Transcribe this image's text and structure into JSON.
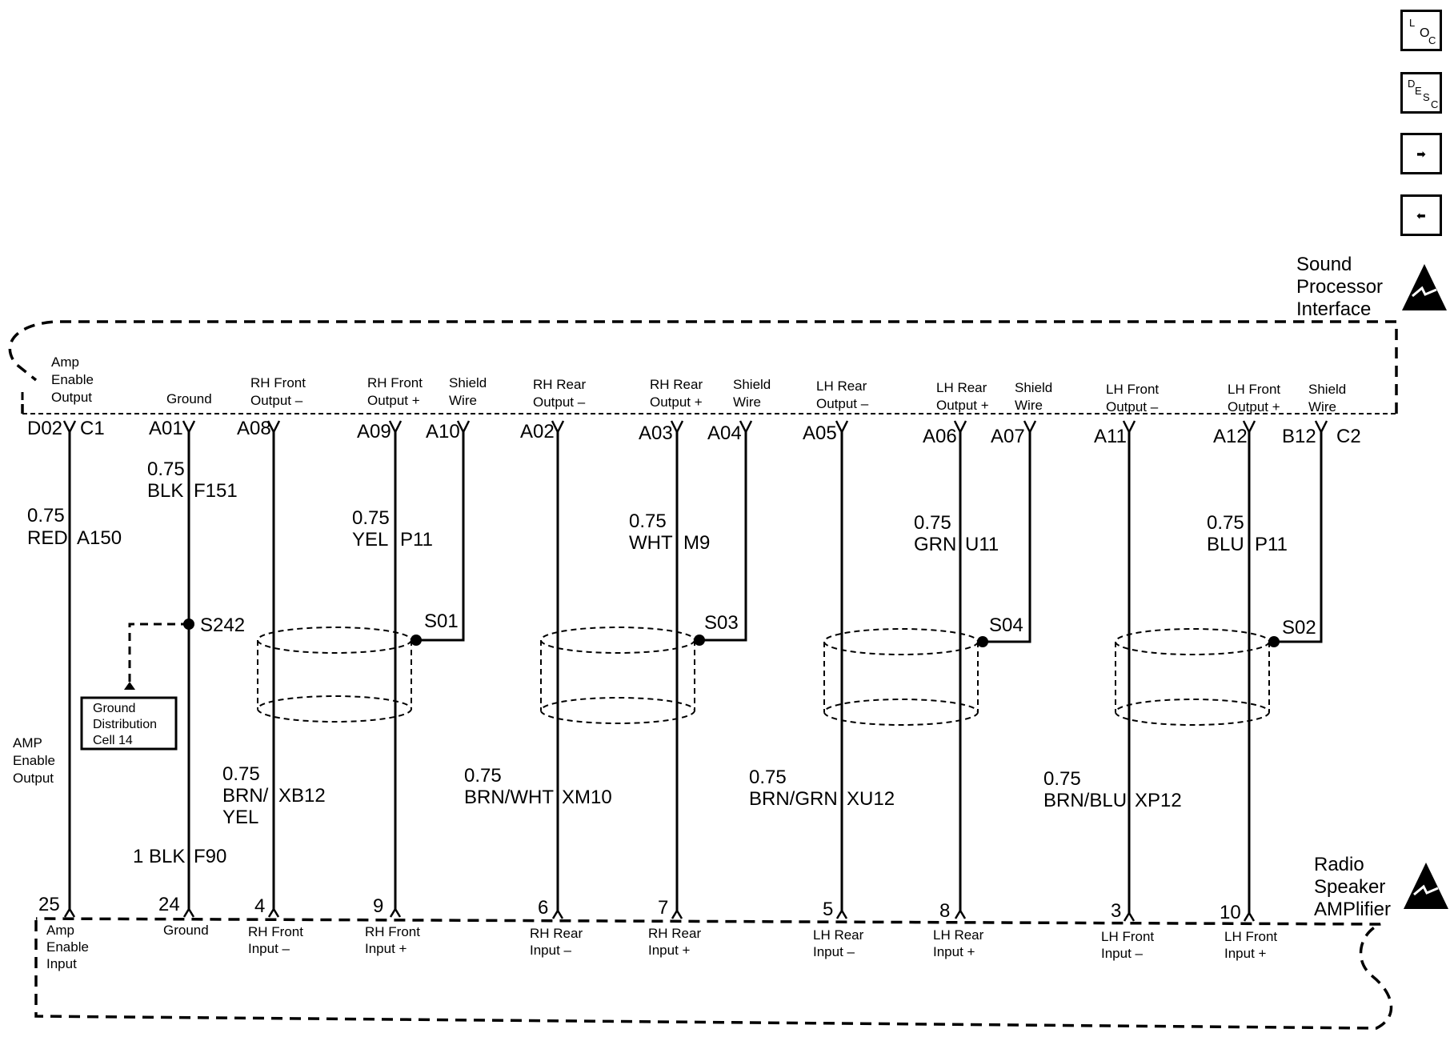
{
  "components": {
    "top": {
      "title_lines": [
        "Sound",
        "Processor",
        "Interface"
      ]
    },
    "bottom": {
      "title_lines": [
        "Radio",
        "Speaker",
        "AMPlifier"
      ]
    }
  },
  "nav": {
    "loc": {
      "letters": [
        "L",
        "O",
        "C"
      ]
    },
    "desc": {
      "letters": [
        "D",
        "E",
        "S",
        "C"
      ]
    },
    "next": {
      "glyph": "➡"
    },
    "prev": {
      "glyph": "⬅"
    }
  },
  "top_pins": [
    {
      "label_lines": [
        "Amp",
        "Enable",
        "Output"
      ],
      "pin": "D02",
      "connector": "C1"
    },
    {
      "label_lines": [
        "Ground"
      ],
      "pin": "A01"
    },
    {
      "label_lines": [
        "RH Front",
        "Output –"
      ],
      "pin": "A08"
    },
    {
      "label_lines": [
        "RH Front",
        "Output +"
      ],
      "pin": "A09"
    },
    {
      "label_lines": [
        "Shield",
        "Wire"
      ],
      "pin": "A10"
    },
    {
      "label_lines": [
        "RH Rear",
        "Output –"
      ],
      "pin": "A02"
    },
    {
      "label_lines": [
        "RH Rear",
        "Output +"
      ],
      "pin": "A03"
    },
    {
      "label_lines": [
        "Shield",
        "Wire"
      ],
      "pin": "A04"
    },
    {
      "label_lines": [
        "LH Rear",
        "Output –"
      ],
      "pin": "A05"
    },
    {
      "label_lines": [
        "LH Rear",
        "Output +"
      ],
      "pin": "A06"
    },
    {
      "label_lines": [
        "Shield",
        "Wire"
      ],
      "pin": "A07"
    },
    {
      "label_lines": [
        "LH Front",
        "Output –"
      ],
      "pin": "A11"
    },
    {
      "label_lines": [
        "LH Front",
        "Output +"
      ],
      "pin": "A12"
    },
    {
      "label_lines": [
        "Shield",
        "Wire"
      ],
      "pin": "B12",
      "connector": "C2"
    }
  ],
  "bottom_pins": [
    {
      "label_lines": [
        "Amp",
        "Enable",
        "Input"
      ],
      "pin": "25"
    },
    {
      "label_lines": [
        "Ground"
      ],
      "pin": "24"
    },
    {
      "label_lines": [
        "RH Front",
        "Input –"
      ],
      "pin": "4"
    },
    {
      "label_lines": [
        "RH Front",
        "Input +"
      ],
      "pin": "9"
    },
    {
      "label_lines": [
        "RH Rear",
        "Input –"
      ],
      "pin": "6"
    },
    {
      "label_lines": [
        "RH Rear",
        "Input +"
      ],
      "pin": "7"
    },
    {
      "label_lines": [
        "LH Rear",
        "Input –"
      ],
      "pin": "5"
    },
    {
      "label_lines": [
        "LH Rear",
        "Input +"
      ],
      "pin": "8"
    },
    {
      "label_lines": [
        "LH Front",
        "Input –"
      ],
      "pin": "3"
    },
    {
      "label_lines": [
        "LH Front",
        "Input +"
      ],
      "pin": "10"
    }
  ],
  "wire_labels": [
    {
      "lines": [
        "0.75",
        "RED"
      ],
      "circuit": "A150"
    },
    {
      "lines": [
        "0.75",
        "BLK"
      ],
      "circuit": "F151"
    },
    {
      "lines": [
        "0.75",
        "YEL"
      ],
      "circuit": "P11"
    },
    {
      "lines": [
        "0.75",
        "WHT"
      ],
      "circuit": "M9"
    },
    {
      "lines": [
        "0.75",
        "GRN"
      ],
      "circuit": "U11"
    },
    {
      "lines": [
        "0.75",
        "BLU"
      ],
      "circuit": "P11"
    },
    {
      "lines": [
        "0.75",
        "BRN/",
        "YEL"
      ],
      "circuit": "XB12"
    },
    {
      "lines": [
        "0.75",
        "BRN/WHT"
      ],
      "circuit": "XM10"
    },
    {
      "lines": [
        "0.75",
        "BRN/GRN"
      ],
      "circuit": "XU12"
    },
    {
      "lines": [
        "0.75",
        "BRN/BLU"
      ],
      "circuit": "XP12"
    },
    {
      "lines": [
        "1 BLK"
      ],
      "circuit": "F90"
    }
  ],
  "splices": [
    "S242",
    "S01",
    "S03",
    "S04",
    "S02"
  ],
  "ground_ref": {
    "lines": [
      "Ground",
      "Distribution",
      "Cell 14"
    ]
  },
  "side_label": {
    "lines": [
      "AMP",
      "Enable",
      "Output"
    ]
  },
  "colors": {
    "ink": "#000000",
    "paper": "#ffffff"
  }
}
